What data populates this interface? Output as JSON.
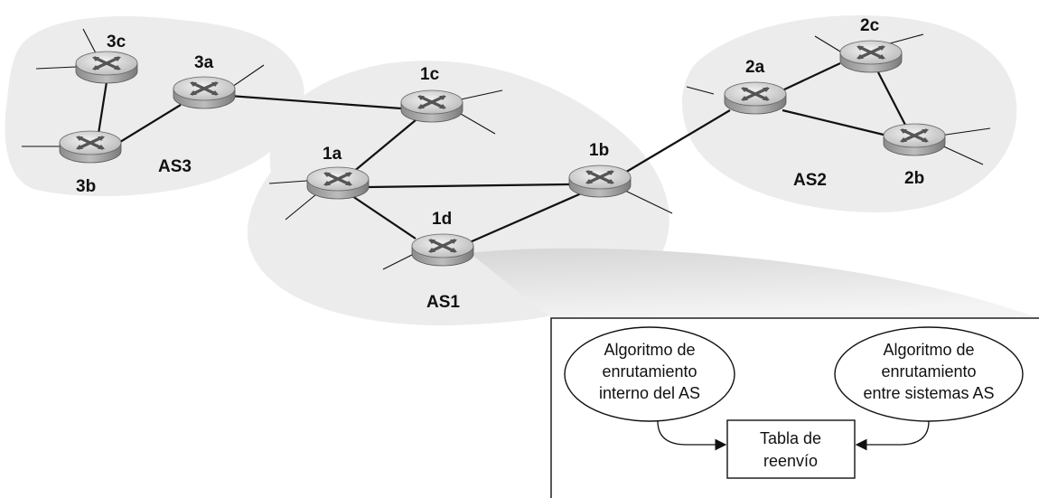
{
  "as_regions": {
    "as3": "AS3",
    "as1": "AS1",
    "as2": "AS2"
  },
  "routers": {
    "r3c": "3c",
    "r3a": "3a",
    "r3b": "3b",
    "r1c": "1c",
    "r1a": "1a",
    "r1b": "1b",
    "r1d": "1d",
    "r2a": "2a",
    "r2c": "2c",
    "r2b": "2b"
  },
  "detail": {
    "intra_line1": "Algoritmo de",
    "intra_line2": "enrutamiento",
    "intra_line3": "interno del AS",
    "inter_line1": "Algoritmo de",
    "inter_line2": "enrutamiento",
    "inter_line3": "entre sistemas AS",
    "table_line1": "Tabla de",
    "table_line2": "reenvío"
  },
  "colors": {
    "region_fill": "#ececec",
    "router_top": "#dcdcdc",
    "router_side": "#9a9a9a",
    "line": "#111111"
  }
}
